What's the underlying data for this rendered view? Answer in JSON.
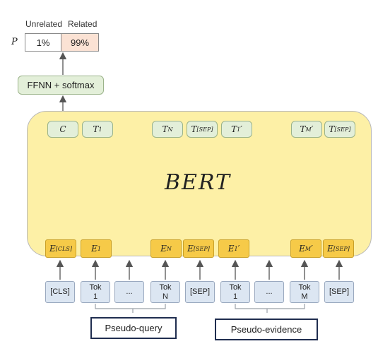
{
  "output": {
    "p_label": "P",
    "unrelated_header": "Unrelated",
    "related_header": "Related",
    "unrelated_value": "1%",
    "related_value": "99%",
    "related_color": "#fbe2d4"
  },
  "ffnn_label": "FFNN + softmax",
  "bert_title": "BERT",
  "colors": {
    "bert_bg": "#fdf0a6",
    "t_bg": "#e3efd9",
    "e_bg": "#f6ca48",
    "tok_bg": "#dce6f2",
    "group_border": "#1f2d4f"
  },
  "top_tokens": [
    {
      "sym": "C",
      "sub": "",
      "prime": ""
    },
    {
      "sym": "T",
      "sub": "1",
      "prime": ""
    },
    {
      "sym": "T",
      "sub": "N",
      "prime": ""
    },
    {
      "sym": "T",
      "sub": "[SEP]",
      "prime": ""
    },
    {
      "sym": "T",
      "sub": "1",
      "prime": "′"
    },
    {
      "sym": "T",
      "sub": "M",
      "prime": "′"
    },
    {
      "sym": "T",
      "sub": "[SEP]",
      "prime": ""
    }
  ],
  "embeddings": [
    {
      "sym": "E",
      "sub": "[CLS]",
      "prime": ""
    },
    {
      "sym": "E",
      "sub": "1",
      "prime": ""
    },
    {
      "sym": "E",
      "sub": "N",
      "prime": ""
    },
    {
      "sym": "E",
      "sub": "[SEP]",
      "prime": ""
    },
    {
      "sym": "E",
      "sub": "1",
      "prime": "′"
    },
    {
      "sym": "E",
      "sub": "M",
      "prime": "′"
    },
    {
      "sym": "E",
      "sub": "[SEP]",
      "prime": ""
    }
  ],
  "input_tokens": [
    {
      "line1": "[CLS]",
      "line2": ""
    },
    {
      "line1": "Tok",
      "line2": "1"
    },
    {
      "line1": "...",
      "line2": ""
    },
    {
      "line1": "Tok",
      "line2": "N"
    },
    {
      "line1": "[SEP]",
      "line2": ""
    },
    {
      "line1": "Tok",
      "line2": "1"
    },
    {
      "line1": "...",
      "line2": ""
    },
    {
      "line1": "Tok",
      "line2": "M"
    },
    {
      "line1": "[SEP]",
      "line2": ""
    }
  ],
  "groups": {
    "query_label": "Pseudo-query",
    "evidence_label": "Pseudo-evidence"
  }
}
